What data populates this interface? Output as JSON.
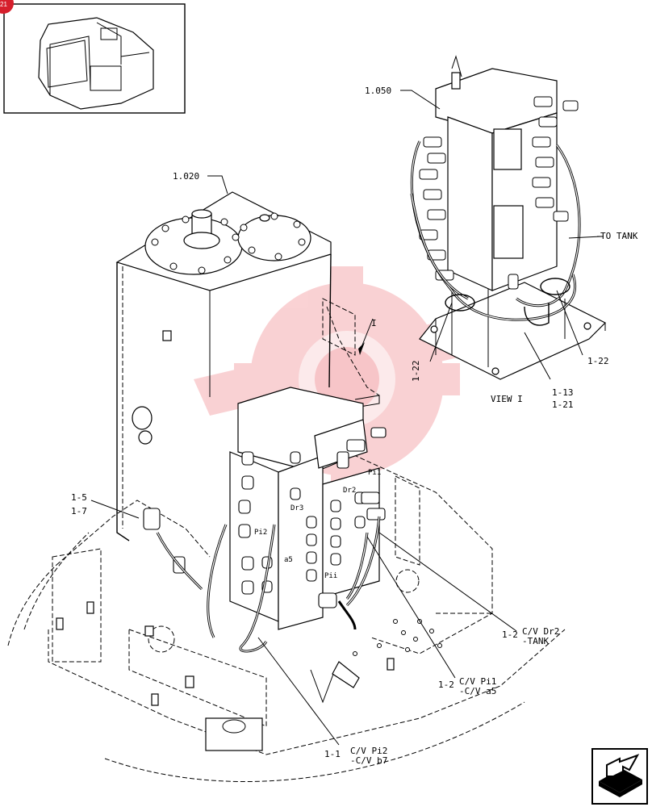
{
  "page_badge": "21",
  "watermark_color": "#e8323c",
  "diagram": {
    "view_label": "VIEW I",
    "arrow_letter": "I",
    "to_tank": "TO TANK",
    "refs": {
      "r1050": "1.050",
      "r1020": "1.020",
      "r15": "1-5",
      "r17": "1-7",
      "r122_left": "1-22",
      "r122_right": "1-22",
      "r113": "1-13",
      "r121": "1-21",
      "r12a": "1-2",
      "r12a_desc1": "C/V Dr2",
      "r12a_desc2": "-TANK",
      "r12b": "1-2",
      "r12b_desc1": "C/V Pi1",
      "r12b_desc2": "-C/V a5",
      "r11": "1-1",
      "r11_desc1": "C/V Pi2",
      "r11_desc2": "-C/V b7"
    },
    "port_labels": {
      "pi1": "Pi1",
      "dr2": "Dr2",
      "dr3": "Dr3",
      "pi2": "Pi2",
      "a5": "a5",
      "pii": "Pii"
    }
  },
  "nav": {
    "next_icon": "arrow-icon"
  }
}
